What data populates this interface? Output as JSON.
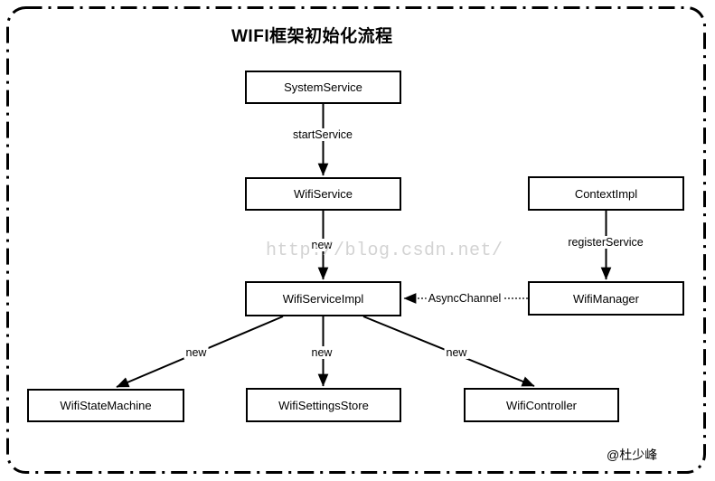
{
  "diagram": {
    "title": "WIFI框架初始化流程",
    "watermark": "http://blog.csdn.net/",
    "signature": "@杜少峰",
    "colors": {
      "line": "#000000",
      "box_border": "#000000",
      "box_background": "#ffffff",
      "watermark": "#d3d3d3"
    },
    "nodes": [
      {
        "id": "system-service",
        "label": "SystemService"
      },
      {
        "id": "wifi-service",
        "label": "WifiService"
      },
      {
        "id": "wifi-service-impl",
        "label": "WifiServiceImpl"
      },
      {
        "id": "context-impl",
        "label": "ContextImpl"
      },
      {
        "id": "wifi-manager",
        "label": "WifiManager"
      },
      {
        "id": "wifi-state-machine",
        "label": "WifiStateMachine"
      },
      {
        "id": "wifi-settings-store",
        "label": "WifiSettingsStore"
      },
      {
        "id": "wifi-controller",
        "label": "WifiController"
      }
    ],
    "edges": [
      {
        "from": "SystemService",
        "to": "WifiService",
        "label": "startService",
        "style": "solid"
      },
      {
        "from": "WifiService",
        "to": "WifiServiceImpl",
        "label": "new",
        "style": "solid"
      },
      {
        "from": "ContextImpl",
        "to": "WifiManager",
        "label": "registerService",
        "style": "solid"
      },
      {
        "from": "WifiManager",
        "to": "WifiServiceImpl",
        "label": "AsyncChannel",
        "style": "dotted"
      },
      {
        "from": "WifiServiceImpl",
        "to": "WifiStateMachine",
        "label": "new",
        "style": "solid"
      },
      {
        "from": "WifiServiceImpl",
        "to": "WifiSettingsStore",
        "label": "new",
        "style": "solid"
      },
      {
        "from": "WifiServiceImpl",
        "to": "WifiController",
        "label": "new",
        "style": "solid"
      }
    ]
  }
}
